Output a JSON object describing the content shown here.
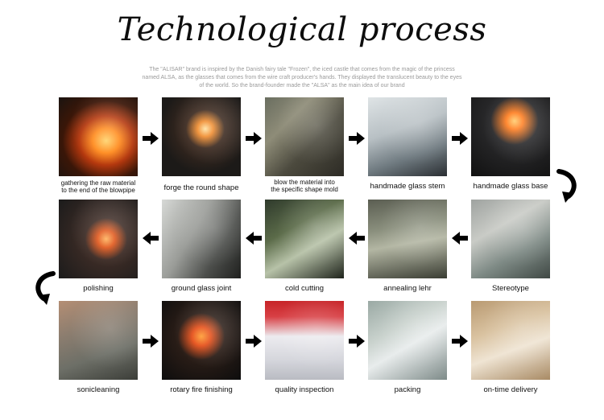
{
  "title": "Technological process",
  "intro": [
    "The \"ALISAR\" brand is inspired by the Danish fairy tale \"Frozen\", the iced castle that comes from the magic of the princess",
    "named ALSA, as the glasses that comes from the wire craft producer's hands. They displayed the translucent beauty to the eyes",
    "of the world. So the brand-founder made the \"ALSA\" as the main idea of our brand"
  ],
  "steps": [
    {
      "label_lines": [
        "gathering the raw material",
        "to the end of the blowpipe"
      ]
    },
    {
      "label_lines": [
        "forge the round shape"
      ]
    },
    {
      "label_lines": [
        "blow the material into",
        "the specific shape mold"
      ]
    },
    {
      "label_lines": [
        "handmade glass stem"
      ]
    },
    {
      "label_lines": [
        "handmade glass base"
      ]
    },
    {
      "label_lines": [
        "Stereotype"
      ]
    },
    {
      "label_lines": [
        "annealing lehr"
      ]
    },
    {
      "label_lines": [
        "cold cutting"
      ]
    },
    {
      "label_lines": [
        "ground glass joint"
      ]
    },
    {
      "label_lines": [
        "polishing"
      ]
    },
    {
      "label_lines": [
        "sonicleaning"
      ]
    },
    {
      "label_lines": [
        "rotary fire finishing"
      ]
    },
    {
      "label_lines": [
        "quality inspection"
      ]
    },
    {
      "label_lines": [
        "packing"
      ]
    },
    {
      "label_lines": [
        "on-time delivery"
      ]
    }
  ],
  "colors": {
    "arrow": "#000000",
    "intro_text": "#9a9a9a"
  },
  "icons": {
    "arrow": "arrow-icon",
    "curve": "curved-arrow-icon"
  }
}
